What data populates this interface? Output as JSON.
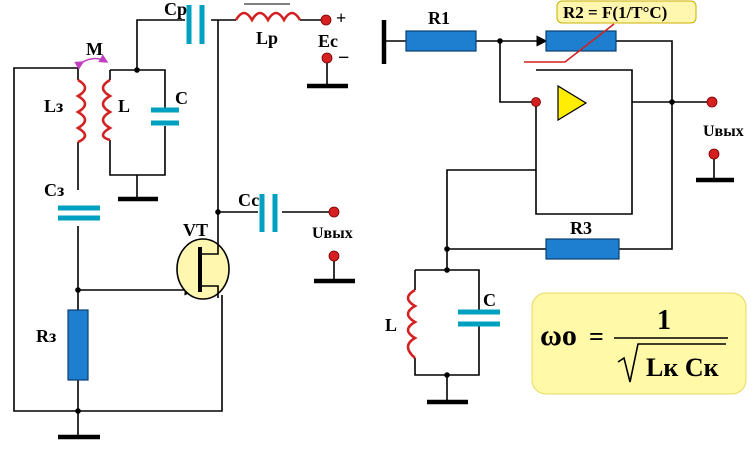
{
  "left_circuit": {
    "labels": {
      "M": "M",
      "Lz": "Lз",
      "L": "L",
      "C": "C",
      "Cz": "Cз",
      "Rz": "Rз",
      "VT": "VT",
      "Cp": "Cр",
      "Lp": "Lр",
      "Ec": "Ес",
      "plus": "+",
      "minus": "−",
      "Cc": "Сс",
      "Uout": "Uвых"
    }
  },
  "right_circuit": {
    "labels": {
      "R1": "R1",
      "R2": "R2 = F(1/T°C)",
      "R3": "R3",
      "L": "L",
      "C": "C",
      "Uout": "Uвых"
    }
  },
  "formula": {
    "lhs": "ωо",
    "equals": "=",
    "numerator": "1",
    "denominator": "Lк Cк"
  },
  "colors": {
    "resistor": "#1e7fd0",
    "capacitor": "#00a0c0",
    "coil": "#d42020",
    "opamp": "#ffee00",
    "transistor_bg": "#fff6b0",
    "formula_bg": "#fff9a8",
    "terminal": "#d42020",
    "arrow_M": "#c040c0"
  }
}
